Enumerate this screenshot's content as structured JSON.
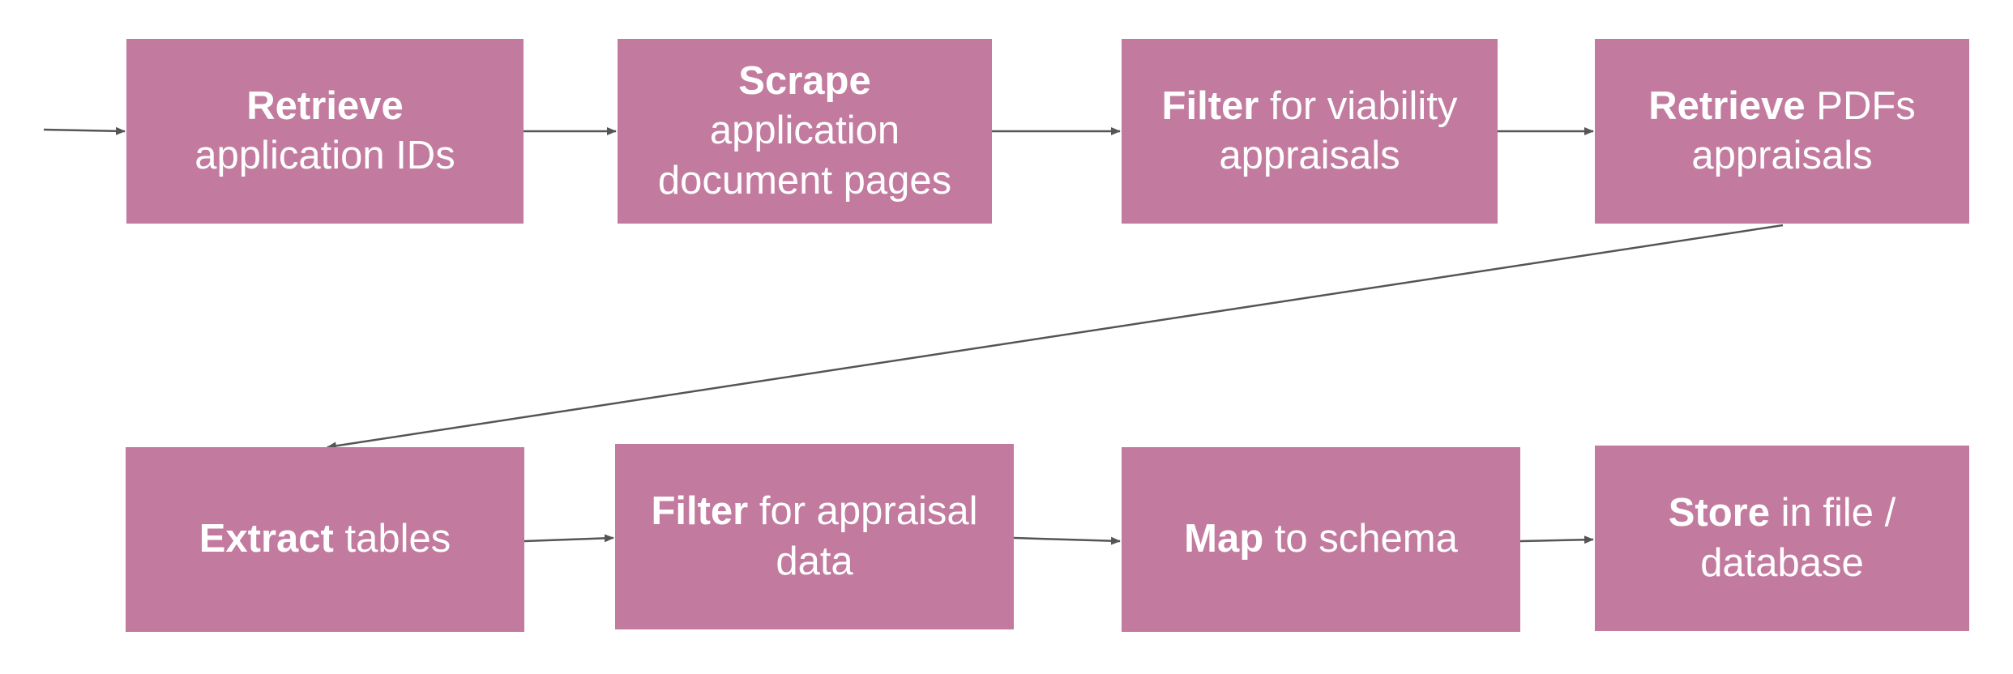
{
  "diagram": {
    "colors": {
      "box_fill": "#c27b9f",
      "box_text": "#ffffff",
      "connector": "#555555"
    },
    "steps": [
      {
        "id": "retrieve-ids",
        "bold": "Retrieve",
        "rest": "application IDs",
        "break_after_bold": true
      },
      {
        "id": "scrape-pages",
        "bold": "Scrape",
        "rest": "application document pages",
        "break_after_bold": true
      },
      {
        "id": "filter-viability",
        "bold": "Filter",
        "rest": "for viability appraisals",
        "break_after_bold": false
      },
      {
        "id": "retrieve-pdfs",
        "bold": "Retrieve",
        "rest": "PDFs appraisals",
        "break_after_bold": false
      },
      {
        "id": "extract-tables",
        "bold": "Extract",
        "rest": "tables",
        "break_after_bold": false
      },
      {
        "id": "filter-appraisal",
        "bold": "Filter",
        "rest": "for appraisal data",
        "break_after_bold": false
      },
      {
        "id": "map-schema",
        "bold": "Map",
        "rest": "to schema",
        "break_after_bold": false
      },
      {
        "id": "store-file",
        "bold": "Store",
        "rest": "in file / database",
        "break_after_bold": false
      }
    ],
    "connections": [
      {
        "from": "input",
        "to": "retrieve-ids"
      },
      {
        "from": "retrieve-ids",
        "to": "scrape-pages"
      },
      {
        "from": "scrape-pages",
        "to": "filter-viability"
      },
      {
        "from": "filter-viability",
        "to": "retrieve-pdfs"
      },
      {
        "from": "retrieve-pdfs",
        "to": "extract-tables"
      },
      {
        "from": "extract-tables",
        "to": "filter-appraisal"
      },
      {
        "from": "filter-appraisal",
        "to": "map-schema"
      },
      {
        "from": "map-schema",
        "to": "store-file"
      }
    ]
  }
}
